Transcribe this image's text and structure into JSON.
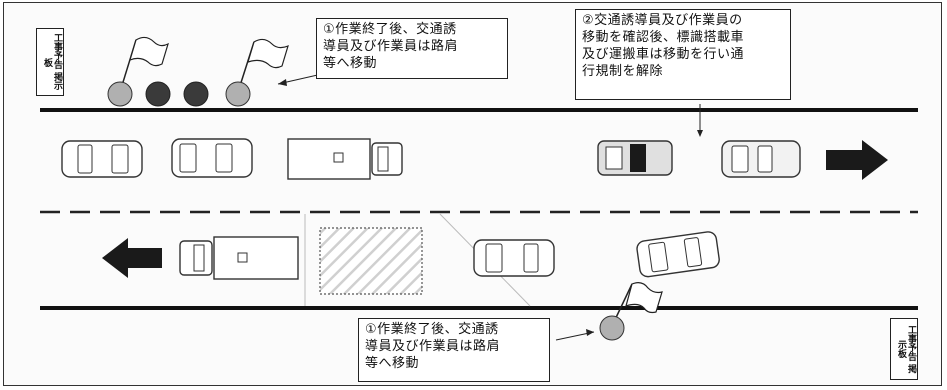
{
  "callouts": {
    "top_left": "①作業終了後、交通誘\n導員及び作業員は路肩\n等へ移動",
    "top_right": "②交通誘導員及び作業員の\n移動を確認後、標識搭載車\n及び運搬車は移動を行い通\n行規制を解除",
    "bottom": "①作業終了後、交通誘\n導員及び作業員は路肩\n等へ移動"
  },
  "signs": {
    "top_left": "工事予告 掲示板",
    "bottom_right": "工事予告 掲示板"
  },
  "colors": {
    "road_line": "#111111",
    "arrow": "#1a1a1a",
    "worker_light": "#b0b0b0",
    "worker_dark": "#3a3a3a"
  }
}
